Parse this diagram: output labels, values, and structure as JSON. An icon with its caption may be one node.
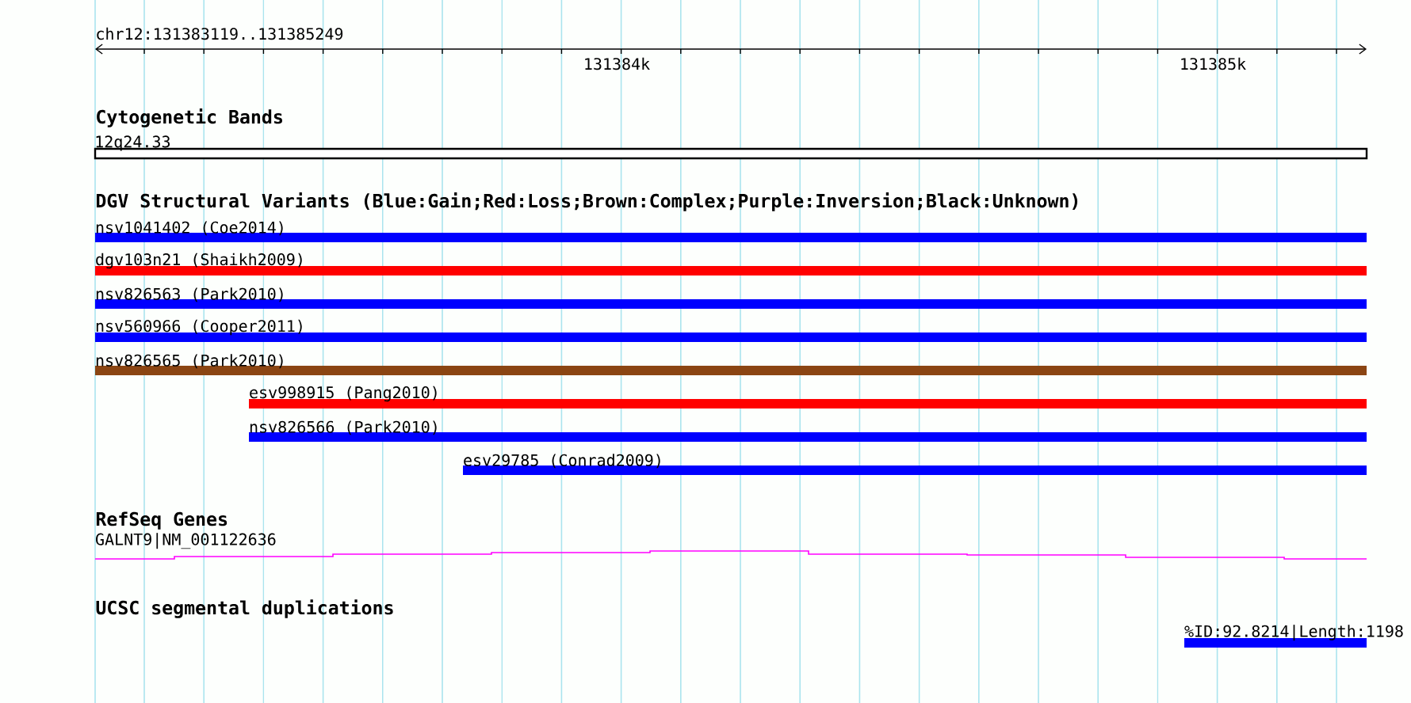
{
  "diagram": {
    "nodes": [
      {
        "text": [
          "12q24.33"
        ]
      },
      {
        "text": [
          "nsv1041402 (Coe2014)"
        ]
      },
      {
        "text": [
          "dgv103n21 (Shaikh2009)"
        ]
      },
      {
        "text": [
          "nsv826563 (Park2010)"
        ]
      },
      {
        "text": [
          "nsv560966 (Cooper2011)"
        ]
      },
      {
        "text": [
          "nsv826565 (Park2010)"
        ]
      },
      {
        "text": [
          "esv998915 (Pang2010)"
        ]
      },
      {
        "text": [
          "nsv826566 (Park2010)"
        ]
      },
      {
        "text": [
          "esv29785 (Conrad2009)"
        ]
      },
      {
        "text": [
          "GALNT9|NM_001122636"
        ]
      },
      {
        "text": [
          "%ID:92.8214|Length:1198"
        ]
      }
    ],
    "labels": [
      "chr12:131383119..131385249",
      "131384k",
      "131385k",
      "Cytogenetic Bands",
      "DGV Structural Variants (Blue:Gain;Red:Loss;Brown:Complex;Purple:Inversion;Black:Unknown)",
      "RefSeq Genes",
      "UCSC segmental duplications"
    ]
  }
}
